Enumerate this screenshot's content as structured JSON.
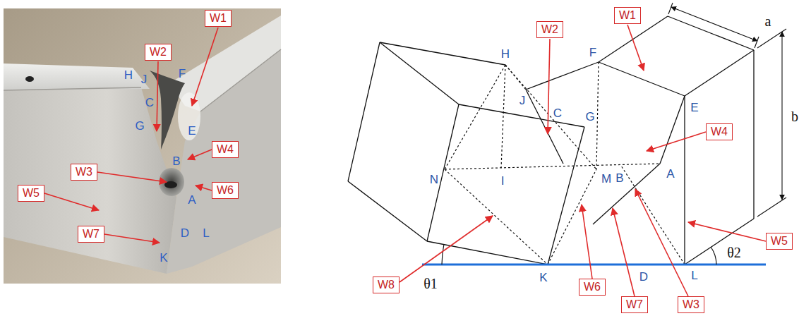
{
  "diagram": {
    "nodes": [
      {
        "text": [
          "W1"
        ]
      },
      {
        "text": [
          "W2"
        ]
      },
      {
        "text": [
          "W4"
        ]
      },
      {
        "text": [
          "W3"
        ]
      },
      {
        "text": [
          "W5"
        ]
      },
      {
        "text": [
          "W6"
        ]
      },
      {
        "text": [
          "W7"
        ]
      },
      {
        "text": [
          "W2"
        ]
      },
      {
        "text": [
          "W1"
        ]
      },
      {
        "text": [
          "W4"
        ]
      },
      {
        "text": [
          "W5"
        ]
      },
      {
        "text": [
          "W8"
        ]
      },
      {
        "text": [
          "W6"
        ]
      },
      {
        "text": [
          "W7"
        ]
      },
      {
        "text": [
          "W3"
        ]
      }
    ],
    "labels": [
      "H",
      "J",
      "F",
      "C",
      "G",
      "E",
      "B",
      "A",
      "D",
      "L",
      "K",
      "a",
      "H",
      "F",
      "J",
      "C",
      "G",
      "E",
      "b",
      "N",
      "I",
      "M",
      "B",
      "A",
      "K",
      "D",
      "L",
      "θ1",
      "θ2"
    ]
  }
}
